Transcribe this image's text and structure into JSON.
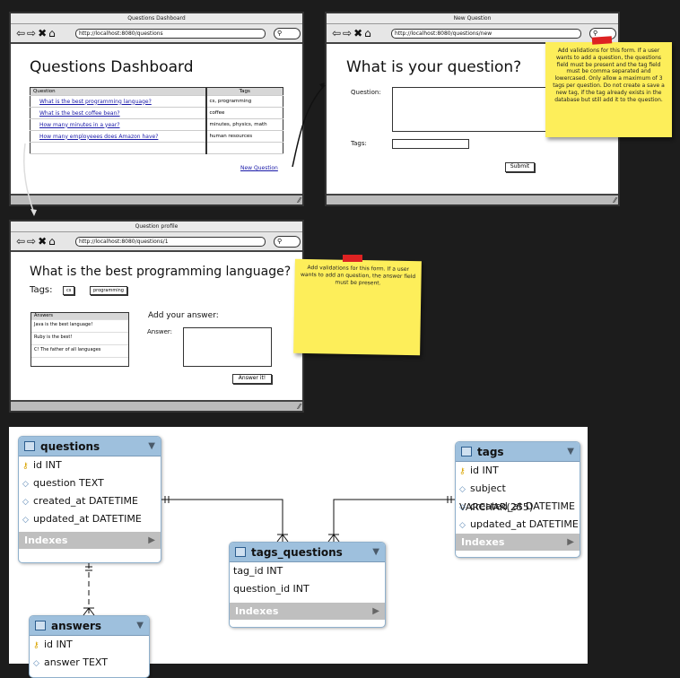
{
  "win_dashboard": {
    "title": "Questions Dashboard",
    "url": "http://localhost:8080/questions",
    "heading": "Questions Dashboard",
    "col_question": "Question",
    "col_tags": "Tags",
    "rows": [
      {
        "q": "What is the best programming language?",
        "t": "cs, programming"
      },
      {
        "q": "What is the best coffee bean?",
        "t": "coffee"
      },
      {
        "q": "How many minutes in a year?",
        "t": "minutes, physics, math"
      },
      {
        "q": "How many employeees does Amazon have?",
        "t": "human resources"
      }
    ],
    "new_link": "New Question"
  },
  "win_new": {
    "title": "New Question",
    "url": "http://localhost:8080/questions/new",
    "heading": "What is your question?",
    "question_label": "Question:",
    "tags_label": "Tags:",
    "submit": "Submit"
  },
  "note_new": "Add validations for this form. If a user wants to add a question, the questions field must be present and the tag field must be comma separated and lowercased. Only allow a maximum of 3 tags per question. Do not create a save a new tag, if the tag already exists in the database but still add it to the question.",
  "win_profile": {
    "title": "Question profile",
    "url": "http://localhost:8080/questions/1",
    "heading": "What is the best programming language?",
    "tags_label": "Tags:",
    "tags": [
      "cs",
      "programming"
    ],
    "answers_header": "Answers",
    "answers": [
      "Java is the best language!",
      "Ruby is the best!",
      "C! The father of all languages"
    ],
    "add_answer": "Add your answer:",
    "answer_label": "Answer:",
    "answer_button": "Answer it!"
  },
  "note_profile": "Add validations for this form. If a user wants to add an question, the answer field must be present.",
  "er": {
    "questions": {
      "name": "questions",
      "cols": [
        "id INT",
        "question TEXT",
        "created_at DATETIME",
        "updated_at DATETIME"
      ],
      "indexes": "Indexes"
    },
    "tags": {
      "name": "tags",
      "cols": [
        "id INT",
        "subject VARCHAR(255)",
        "created_at DATETIME",
        "updated_at DATETIME"
      ],
      "indexes": "Indexes"
    },
    "tags_questions": {
      "name": "tags_questions",
      "cols": [
        "tag_id INT",
        "question_id INT"
      ],
      "indexes": "Indexes"
    },
    "answers": {
      "name": "answers",
      "cols": [
        "id INT",
        "answer TEXT"
      ]
    }
  },
  "colors": {
    "note": "#fdee5a",
    "tape": "#d22222",
    "table_header": "#9ec0dd",
    "link": "#1a1aa8"
  }
}
